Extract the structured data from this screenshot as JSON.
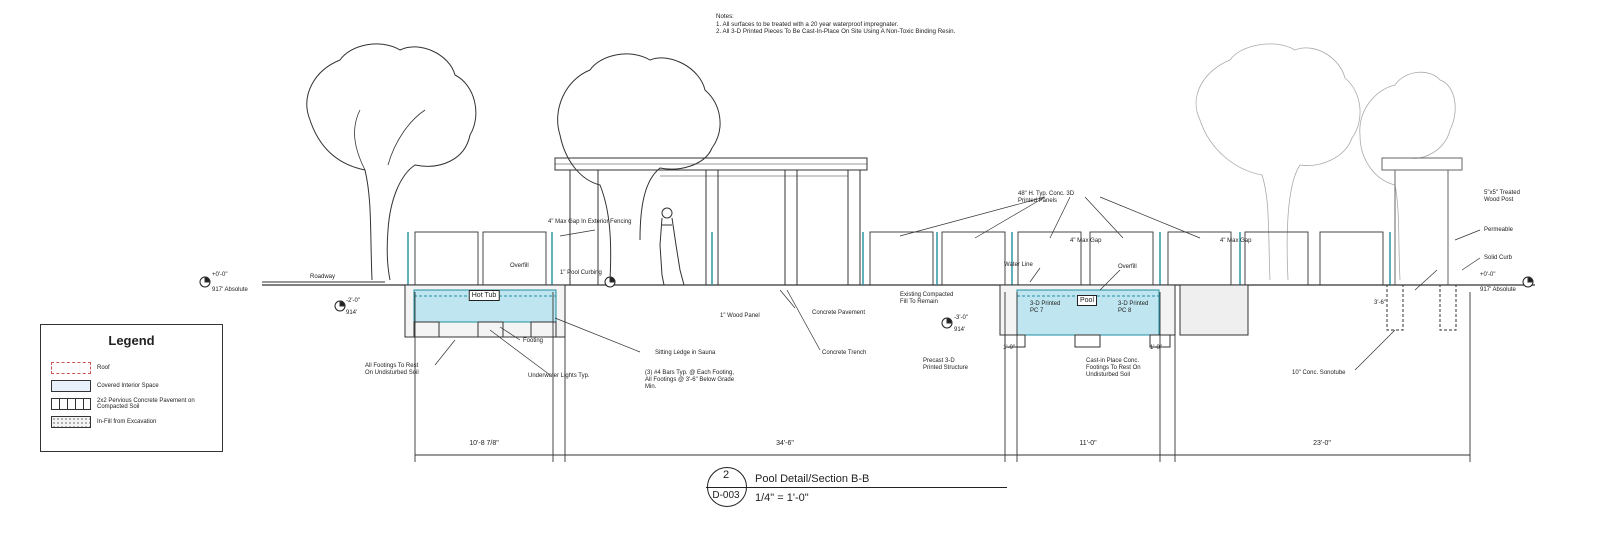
{
  "notes": {
    "heading": "Notes:",
    "items": [
      "1. All surfaces to be treated with a 20 year waterproof impregnater.",
      "2. All 3-D Printed Pieces To Be Cast-In-Place On Site Using A Non-Toxic Binding Resin."
    ]
  },
  "legend": {
    "title": "Legend",
    "items": [
      {
        "label": "Roof",
        "swatch": "roof"
      },
      {
        "label": "Covered Interior Space",
        "swatch": "interior"
      },
      {
        "label": "2x2 Pervious Concrete Pavement on Compacted Soil",
        "swatch": "pavement"
      },
      {
        "label": "In-Fill from Excavation",
        "swatch": "fill"
      }
    ]
  },
  "title_block": {
    "detail_number": "2",
    "sheet": "D-003",
    "title": "Pool Detail/Section B-B",
    "scale": "1/4\" = 1'-0\""
  },
  "dimensions": [
    "10'-8 7/8\"",
    "34'-6\"",
    "11'-0\"",
    "23'-0\""
  ],
  "elevations": {
    "left_datum": "+0'-0\"",
    "left_abs": "917' Absolute",
    "hot_tub_level": "-2'-0\"",
    "hot_tub_level_sub": "914'",
    "pool_level": "-3'-0\"",
    "pool_level_sub": "914'",
    "right_datum": "+0'-0\"",
    "right_abs": "917' Absolute"
  },
  "fixture_labels": {
    "hot_tub": "Hot Tub",
    "pool": "Pool"
  },
  "annotations": {
    "roadway": "Roadway",
    "max_gap_fence": "4\" Max Gap In Exterior Fencing",
    "overfill_left": "Overfill",
    "pool_curbing": "1\" Pool Curbing",
    "all_footings": "All Footings To Rest On Undisturbed Soil",
    "footing": "Footing",
    "underwater_lights": "Underwater Lights Typ.",
    "sitting_ledge": "Sitting Ledge in Sauna",
    "rebar": "(3) #4 Bars Typ. @ Each Footing, All Footings @ 3'-6\" Below Grade Min.",
    "wood_panel": "1\" Wood Panel",
    "concrete_trench": "Concrete Trench",
    "concrete_pavement": "Concrete Pavement",
    "printed_panels": "48\" H. Typ. Conc. 3D Printed Panels",
    "max_gap_1": "4\" Max Gap",
    "max_gap_2": "4\" Max Gap",
    "water_line": "Water Line",
    "overfill_right": "Overfill",
    "existing_fill": "Existing Compacted Fill To Remain",
    "precast": "Precast 3-D Printed Structure",
    "printed_pc7": "3-D Printed PC 7",
    "printed_pc8": "3-D Printed PC 8",
    "cast_in_place": "Cast-in Place Conc. Footings To Rest On Undisturbed Soil",
    "sonotube": "10\" Conc. Sonotube",
    "wood_post": "5\"x5\" Treated Wood Post",
    "permeable": "Permeable",
    "solid_curb": "Solid Curb",
    "depth_left": "1'-0\"",
    "depth_right": "1'-0\"",
    "depth_post": "3'-6\""
  }
}
